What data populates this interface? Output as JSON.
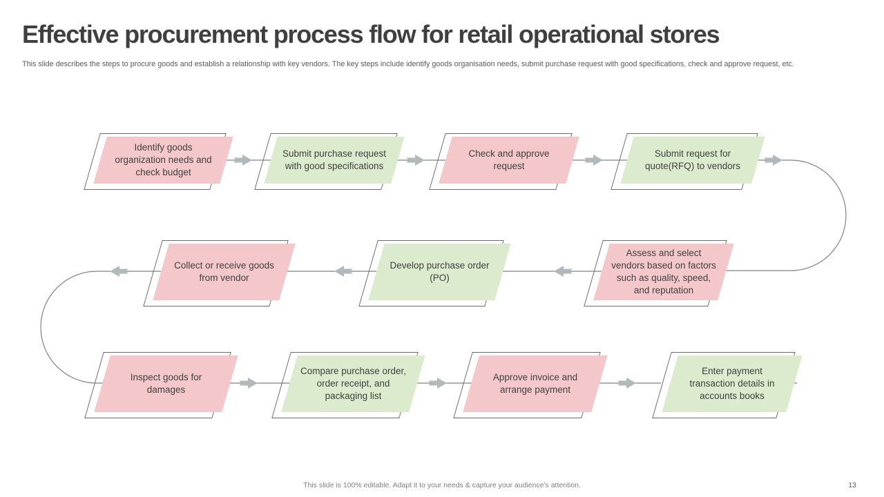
{
  "slide": {
    "title": "Effective procurement process flow for retail operational stores",
    "description": "This slide describes the steps to procure goods and establish a relationship with key vendors. The key steps include identify goods organisation needs, submit purchase request with good specifications, check and approve request, etc.",
    "footer_note": "This slide is 100% editable. Adapt it to your needs & capture your audience's attention.",
    "page_number": "13"
  },
  "colors": {
    "pink": "#f4c7ca",
    "green": "#dcebcd",
    "outline": "#6a6a6a",
    "connector": "#808080",
    "arrow": "#b3b8ba",
    "node-text": "#404040",
    "title-text": "#3f3f3f",
    "muted-text": "#595959",
    "footer-text": "#7f7f7f"
  },
  "flow": {
    "nodes": [
      {
        "label": "Identify goods organization needs and check budget",
        "color": "pink"
      },
      {
        "label": "Submit purchase request with good specifications",
        "color": "green"
      },
      {
        "label": "Check and approve request",
        "color": "pink"
      },
      {
        "label": "Submit request for quote(RFQ) to vendors",
        "color": "green"
      },
      {
        "label": "Assess and select vendors based on factors such as quality, speed, and reputation",
        "color": "pink"
      },
      {
        "label": "Develop purchase order (PO)",
        "color": "green"
      },
      {
        "label": "Collect or receive goods from vendor",
        "color": "pink"
      },
      {
        "label": "Inspect goods for damages",
        "color": "pink"
      },
      {
        "label": "Compare purchase order, order receipt, and packaging list",
        "color": "green"
      },
      {
        "label": "Approve invoice and arrange payment",
        "color": "pink"
      },
      {
        "label": "Enter payment transaction details in accounts books",
        "color": "green"
      }
    ]
  }
}
